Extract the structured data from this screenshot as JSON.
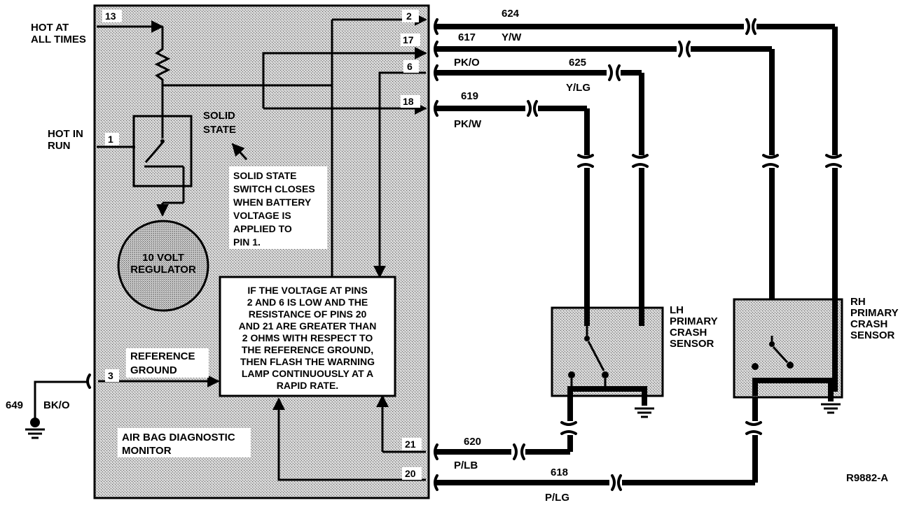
{
  "diagram": {
    "reference_code": "R9882-A",
    "monitor": {
      "name": "AIR BAG DIAGNOSTIC\nMONITOR",
      "regulator_label": "10 VOLT\nREGULATOR",
      "solid_state_label": "SOLID\nSTATE",
      "solid_state_note": "SOLID STATE\nSWITCH CLOSES\nWHEN BATTERY\nVOLTAGE IS\nAPPLIED TO\nPIN 1.",
      "logic_note": "IF THE VOLTAGE AT PINS\n2 AND 6 IS LOW AND THE\nRESISTANCE OF PINS 20\nAND 21 ARE GREATER THAN\n2 OHMS WITH RESPECT TO\nTHE REFERENCE GROUND,\nTHEN FLASH THE WARNING\nLAMP CONTINUOUSLY AT A\nRAPID RATE.",
      "reference_ground_label": "REFERENCE\nGROUND",
      "hot_at_all_times": "HOT AT\nALL TIMES",
      "hot_in_run": "HOT IN\nRUN"
    },
    "pins": [
      "13",
      "2",
      "17",
      "6",
      "18",
      "1",
      "3",
      "21",
      "20"
    ],
    "circuits": [
      {
        "number": "624",
        "color": ""
      },
      {
        "number": "617",
        "color": "Y/W"
      },
      {
        "number": "",
        "color": "PK/O"
      },
      {
        "number": "625",
        "color": "Y/LG"
      },
      {
        "number": "619",
        "color": "PK/W"
      },
      {
        "number": "620",
        "color": "P/LB"
      },
      {
        "number": "618",
        "color": "P/LG"
      },
      {
        "number": "649",
        "color": "BK/O"
      }
    ],
    "sensors": [
      {
        "name": "LH\nPRIMARY\nCRASH\nSENSOR"
      },
      {
        "name": "RH\nPRIMARY\nCRASH\nSENSOR"
      }
    ]
  }
}
